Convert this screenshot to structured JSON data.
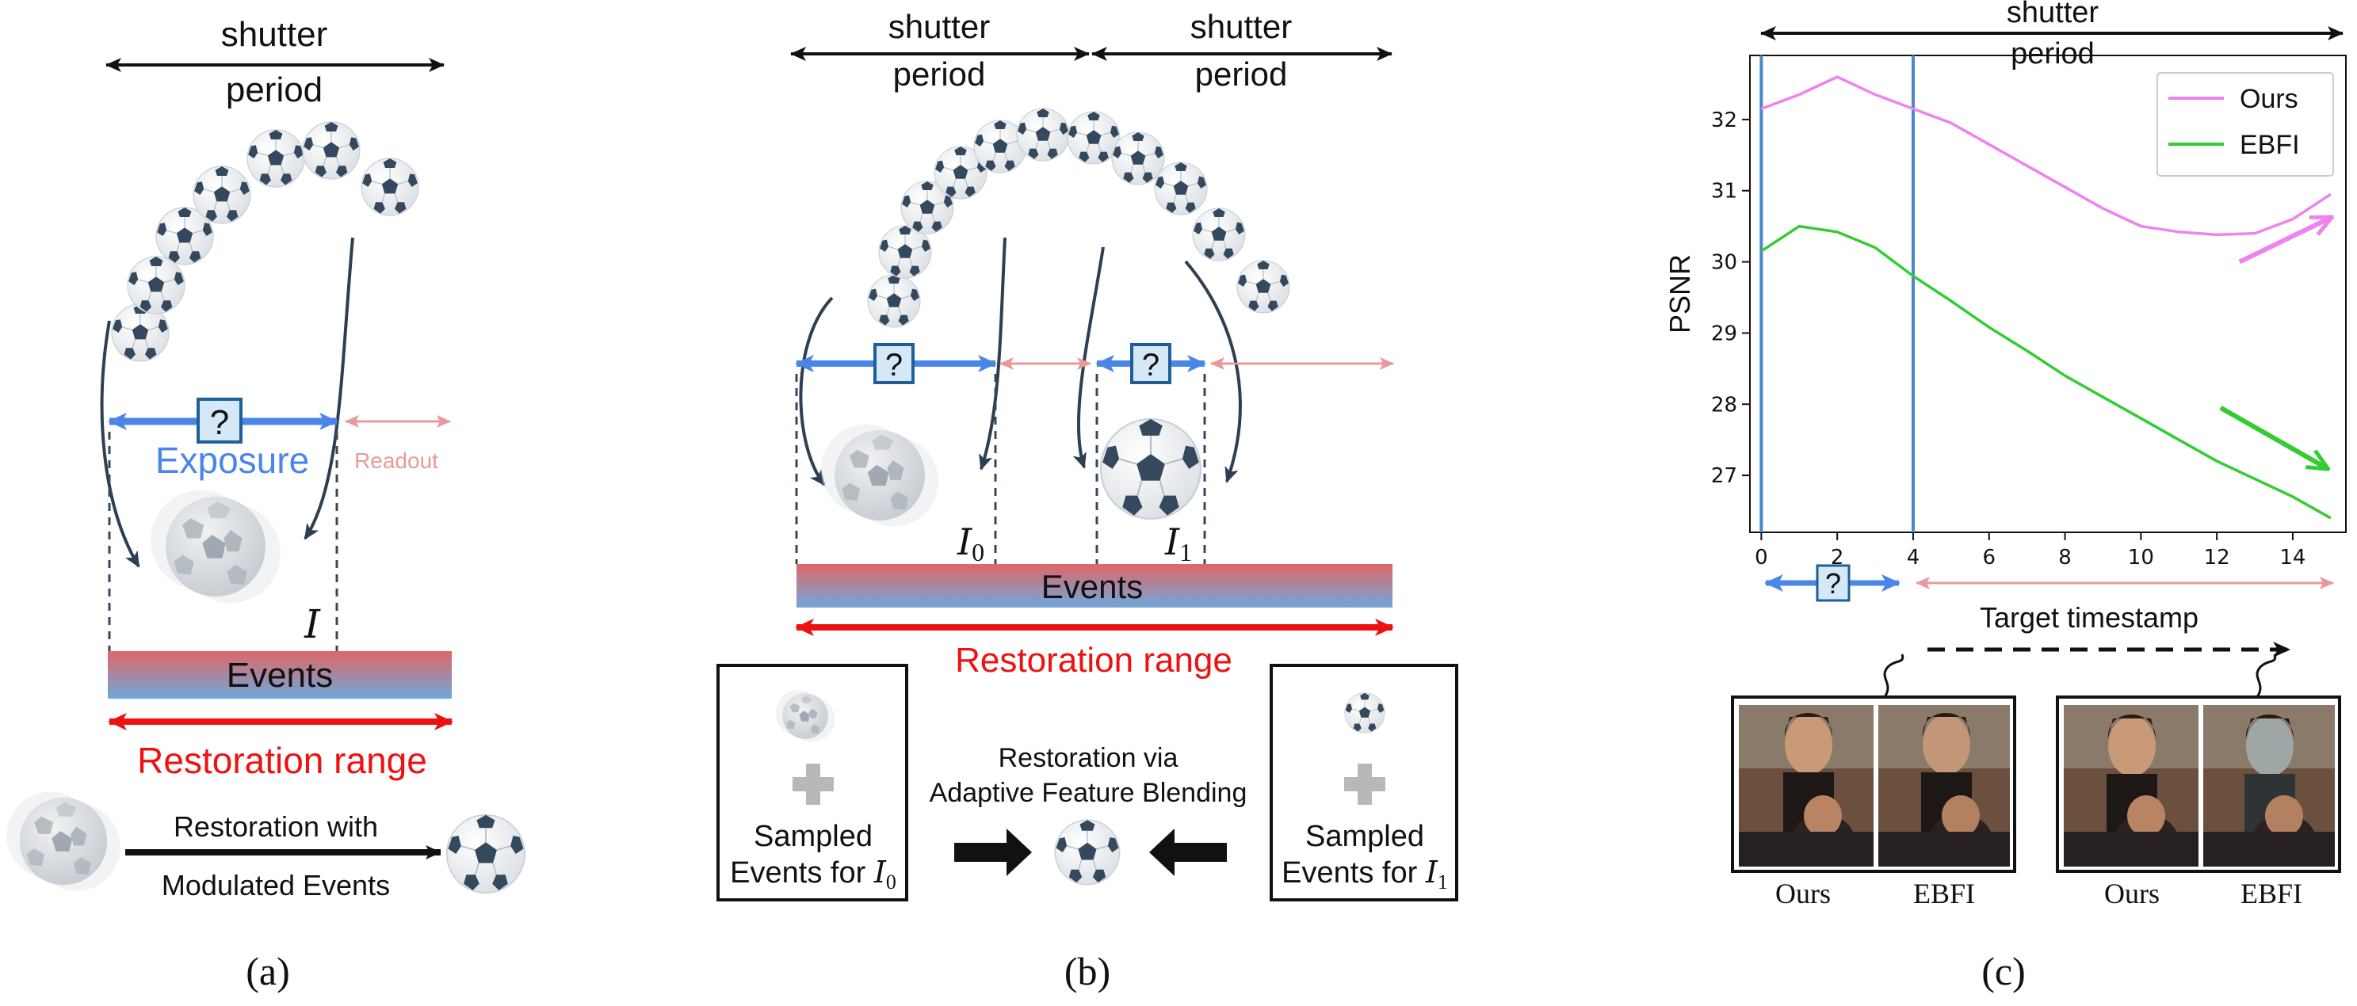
{
  "panel_a": {
    "caption": "(a)",
    "shutter_line1": "shutter",
    "shutter_line2": "period",
    "question": "?",
    "exposure": "Exposure",
    "readout": "Readout",
    "frame_label": "I",
    "events": "Events",
    "restoration_range": "Restoration range",
    "restore_line1": "Restoration with",
    "restore_line2": "Modulated Events"
  },
  "panel_b": {
    "caption": "(b)",
    "shutter_left_1": "shutter",
    "shutter_left_2": "period",
    "shutter_right_1": "shutter",
    "shutter_right_2": "period",
    "question_left": "?",
    "question_right": "?",
    "i0": "I",
    "i0_sub": "0",
    "i1": "I",
    "i1_sub": "1",
    "events": "Events",
    "restoration_range": "Restoration range",
    "box_left_1": "Sampled",
    "box_left_2": "Events for ",
    "box_left_var": "I",
    "box_left_sub": "0",
    "box_right_1": "Sampled",
    "box_right_2": "Events for ",
    "box_right_var": "I",
    "box_right_sub": "1",
    "blend_line1": "Restoration via",
    "blend_line2": "Adaptive Feature Blending",
    "plus": "+"
  },
  "panel_c": {
    "caption": "(c)",
    "shutter_line1": "shutter",
    "shutter_line2": "period",
    "question": "?",
    "target_timestamp": "Target timestamp",
    "thumb_labels": [
      "Ours",
      "EBFI",
      "Ours",
      "EBFI"
    ]
  },
  "colors": {
    "exposure_blue": "#4a86e8",
    "readout_pink": "#e89a9a",
    "red": "#ee1111",
    "ours_line": "#ee82ee",
    "ebfi_line": "#33cc33",
    "vline": "#4a86c8",
    "events_top": "#e06666",
    "events_bottom": "#6fa8dc"
  },
  "chart_data": {
    "type": "line",
    "ylabel": "PSNR",
    "xlabel": "",
    "x_ticks": [
      0,
      2,
      4,
      6,
      8,
      10,
      12,
      14
    ],
    "y_ticks": [
      27,
      28,
      29,
      30,
      31,
      32
    ],
    "xlim": [
      -0.3,
      15.4
    ],
    "ylim": [
      26.2,
      32.9
    ],
    "legend_position": "top-right",
    "vertical_lines_x": [
      0,
      4
    ],
    "series": [
      {
        "name": "Ours",
        "color": "#ee82ee",
        "x": [
          0,
          1,
          2,
          3,
          4,
          5,
          6,
          7,
          8,
          9,
          10,
          11,
          12,
          13,
          14,
          15
        ],
        "values": [
          32.15,
          32.35,
          32.6,
          32.35,
          32.15,
          31.95,
          31.65,
          31.35,
          31.05,
          30.75,
          30.5,
          30.42,
          30.38,
          30.4,
          30.6,
          30.95
        ]
      },
      {
        "name": "EBFI",
        "color": "#33cc33",
        "x": [
          0,
          1,
          2,
          3,
          4,
          5,
          6,
          7,
          8,
          9,
          10,
          11,
          12,
          13,
          14,
          15
        ],
        "values": [
          30.15,
          30.5,
          30.42,
          30.2,
          29.8,
          29.45,
          29.08,
          28.75,
          28.4,
          28.1,
          27.8,
          27.5,
          27.2,
          26.95,
          26.7,
          26.4
        ]
      }
    ]
  }
}
